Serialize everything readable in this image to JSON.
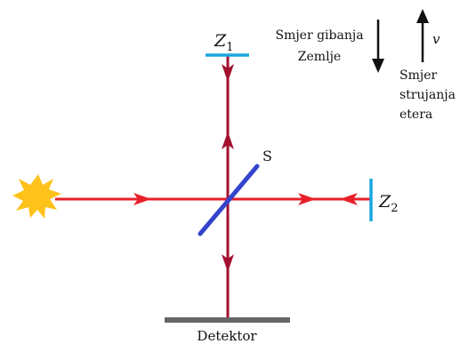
{
  "diagram": {
    "mirror_1": {
      "label": "Z",
      "subscript": "1"
    },
    "mirror_2": {
      "label": "Z",
      "subscript": "2"
    },
    "splitter": {
      "label": "S"
    },
    "detector": {
      "label": "Detektor"
    },
    "earth_motion": {
      "line1": "Smjer gibanja",
      "line2": "Zemlje"
    },
    "ether_flow": {
      "line1": "Smjer",
      "line2": "strujanja",
      "line3": "etera",
      "velocity_symbol": "v"
    },
    "colors": {
      "beam_horizontal": "#e8202a",
      "beam_vertical": "#a3112f",
      "mirror": "#1aa7e0",
      "splitter": "#3344cc",
      "detector": "#666666",
      "source": "#ffc21a",
      "arrow_black": "#111111"
    }
  }
}
